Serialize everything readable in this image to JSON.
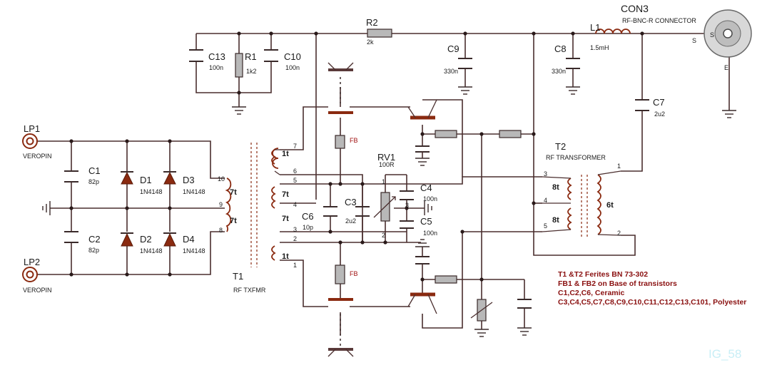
{
  "components": {
    "con3": {
      "ref": "CON3",
      "value": "RF-BNC-R CONNECTOR"
    },
    "r2": {
      "ref": "R2",
      "value": "2k"
    },
    "l1": {
      "ref": "L1",
      "value": "1.5mH"
    },
    "c9": {
      "ref": "C9",
      "value": "330n"
    },
    "c8": {
      "ref": "C8",
      "value": "330n"
    },
    "c7": {
      "ref": "C7",
      "value": "2u2"
    },
    "c13": {
      "ref": "C13",
      "value": "100n"
    },
    "r1": {
      "ref": "R1",
      "value": "1k2"
    },
    "c10": {
      "ref": "C10",
      "value": "100n"
    },
    "lp1": {
      "ref": "LP1",
      "value": "VEROPIN"
    },
    "lp2": {
      "ref": "LP2",
      "value": "VEROPIN"
    },
    "c1": {
      "ref": "C1",
      "value": "82p"
    },
    "c2": {
      "ref": "C2",
      "value": "82p"
    },
    "d1": {
      "ref": "D1",
      "value": "1N4148"
    },
    "d2": {
      "ref": "D2",
      "value": "1N4148"
    },
    "d3": {
      "ref": "D3",
      "value": "1N4148"
    },
    "d4": {
      "ref": "D4",
      "value": "1N4148"
    },
    "t1": {
      "ref": "T1",
      "value": "RF TXFMR"
    },
    "t2": {
      "ref": "T2",
      "value": "RF TRANSFORMER"
    },
    "rv1": {
      "ref": "RV1",
      "value": "100R"
    },
    "c3": {
      "ref": "C3",
      "value": "2u2"
    },
    "c4": {
      "ref": "C4",
      "value": "100n"
    },
    "c5": {
      "ref": "C5",
      "value": "100n"
    },
    "c6": {
      "ref": "C6",
      "value": "10p"
    },
    "fb1": {
      "ref": "FB"
    },
    "fb2": {
      "ref": "FB"
    }
  },
  "pins": {
    "bnc_s": "S",
    "bnc_e": "E",
    "t1_10": "10",
    "t1_9": "9",
    "t1_8": "8",
    "t1_7": "7",
    "t1_6": "6",
    "t1_5": "5",
    "t1_4": "4",
    "t1_3": "3",
    "t1_2": "2",
    "t1_1": "1",
    "t2_3": "3",
    "t2_4": "4",
    "t2_5": "5",
    "t2_1": "1",
    "t2_2": "2",
    "rv1_1": "1",
    "rv1_2": "2",
    "rv1_3": "3"
  },
  "turns": {
    "t1_primary_a": "7t",
    "t1_primary_b": "7t",
    "t1_sec_top": "1t",
    "t1_sec_mid_a": "7t",
    "t1_sec_mid_b": "7t",
    "t1_sec_bot": "1t",
    "t2_pri_a": "8t",
    "t2_pri_b": "8t",
    "t2_sec": "6t"
  },
  "notes": [
    "T1 &T2 Ferites BN 73-302",
    "FB1 & FB2 on Base of transistors",
    "C1,C2,C6, Ceramic",
    "C3,C4,C5,C7,C8,C9,C10,C11,C12,C13,C101, Polyester"
  ],
  "watermark": "IG_58",
  "colors": {
    "coil": "#8a2a10",
    "note": "#8a1010",
    "watermark": "#c8eef6"
  }
}
